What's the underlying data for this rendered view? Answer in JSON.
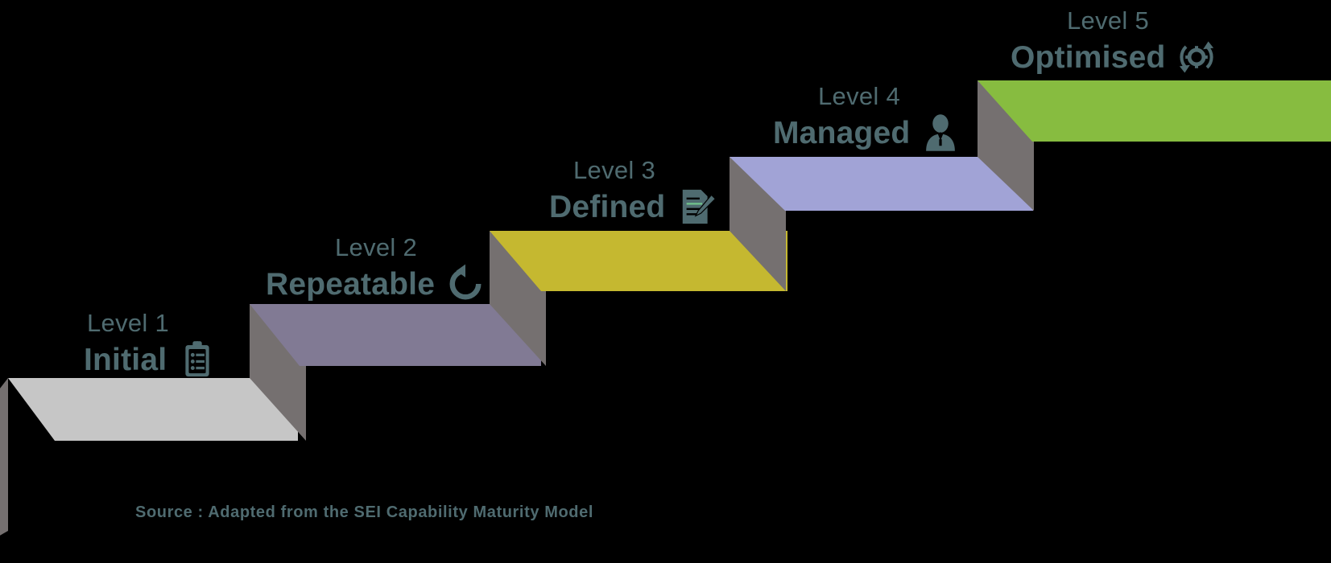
{
  "figure": {
    "title": "SEI Capability Maturity Model staircase",
    "background_color": "#000000",
    "text_color": "#4F6B70",
    "riser_color": "#757070",
    "source_note": "Source : Adapted  from the SEI Capability  Maturity  Model"
  },
  "steps": [
    {
      "level_label": "Level 1",
      "name": "Initial",
      "color": "#C6C6C6",
      "icon": "clipboard-checklist-icon",
      "order": 1
    },
    {
      "level_label": "Level 2",
      "name": "Repeatable",
      "color": "#817A94",
      "icon": "refresh-loop-icon",
      "order": 2
    },
    {
      "level_label": "Level 3",
      "name": "Defined",
      "color": "#C5B830",
      "icon": "document-pen-icon",
      "order": 3
    },
    {
      "level_label": "Level 4",
      "name": "Managed",
      "color": "#A1A3D6",
      "icon": "person-user-icon",
      "order": 4
    },
    {
      "level_label": "Level 5",
      "name": "Optimised",
      "color": "#87BC40",
      "icon": "gear-cycle-icon",
      "order": 5
    }
  ]
}
